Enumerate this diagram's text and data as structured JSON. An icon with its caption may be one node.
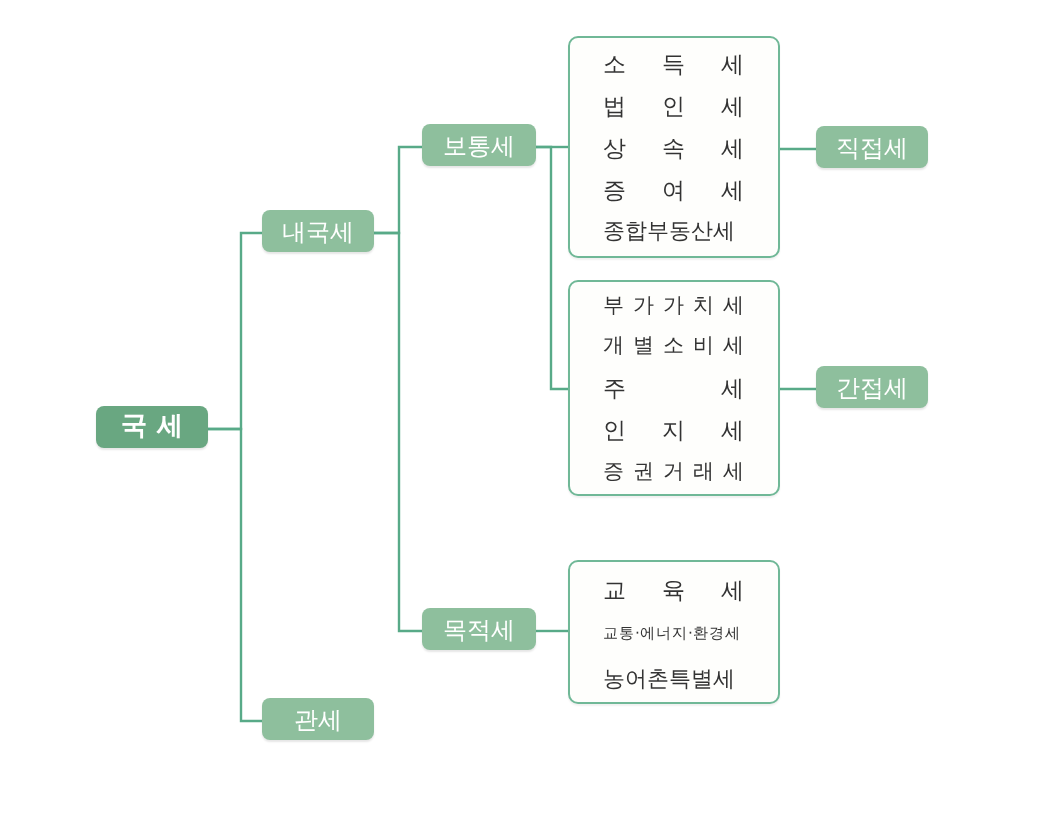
{
  "diagram": {
    "nodes": [
      {
        "text": [
          "국 세"
        ]
      },
      {
        "text": [
          "내국세"
        ]
      },
      {
        "text": [
          "관세"
        ]
      },
      {
        "text": [
          "보통세"
        ]
      },
      {
        "text": [
          "목적세"
        ]
      },
      {
        "text": [
          "소 득 세",
          "법 인 세",
          "상 속 세",
          "증 여 세",
          "종합부동산세"
        ]
      },
      {
        "text": [
          "부 가 가 치 세",
          "개 별 소 비 세",
          "주 세",
          "인 지 세",
          "증 권 거 래 세"
        ]
      },
      {
        "text": [
          "교 육 세",
          "교통·에너지·환경세",
          "농어촌특별세"
        ]
      },
      {
        "text": [
          "직접세"
        ]
      },
      {
        "text": [
          "간접세"
        ]
      }
    ],
    "edges": [
      {
        "from": 0,
        "to": 1,
        "arrow": "none"
      },
      {
        "from": 0,
        "to": 2,
        "arrow": "none"
      },
      {
        "from": 1,
        "to": 3,
        "arrow": "none"
      },
      {
        "from": 1,
        "to": 4,
        "arrow": "none"
      },
      {
        "from": 3,
        "to": 5,
        "arrow": "none"
      },
      {
        "from": 3,
        "to": 6,
        "arrow": "none"
      },
      {
        "from": 4,
        "to": 7,
        "arrow": "none"
      },
      {
        "from": 5,
        "to": 8,
        "arrow": "none"
      },
      {
        "from": 6,
        "to": 9,
        "arrow": "none"
      }
    ]
  }
}
